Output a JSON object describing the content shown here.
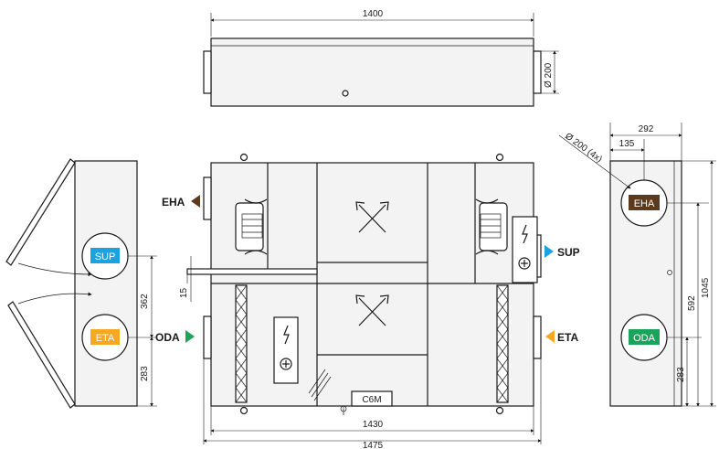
{
  "dimensions": {
    "top_width": "1400",
    "top_diameter": "Ø 200",
    "side_width": "292",
    "side_offset": "135",
    "side_port_diameter": "Ø 200 (4x)",
    "side_height_inner": "592",
    "side_height_total": "1045",
    "side_bottom": "283",
    "left_spacing": "362",
    "left_bottom": "283",
    "front_offset": "15",
    "front_width_inner": "1430",
    "front_width_total": "1475",
    "condensate_label": "C6M"
  },
  "flows": {
    "eha": {
      "label": "EHA",
      "color": "#5c3a1e"
    },
    "sup": {
      "label": "SUP",
      "color": "#1aa3e0"
    },
    "eta": {
      "label": "ETA",
      "color": "#f7a823"
    },
    "oda": {
      "label": "ODA",
      "color": "#1aa35a"
    }
  },
  "icons": [
    "heat-exchanger-cross-icon",
    "electric-heater-icon",
    "fan-icon",
    "filter-icon"
  ]
}
